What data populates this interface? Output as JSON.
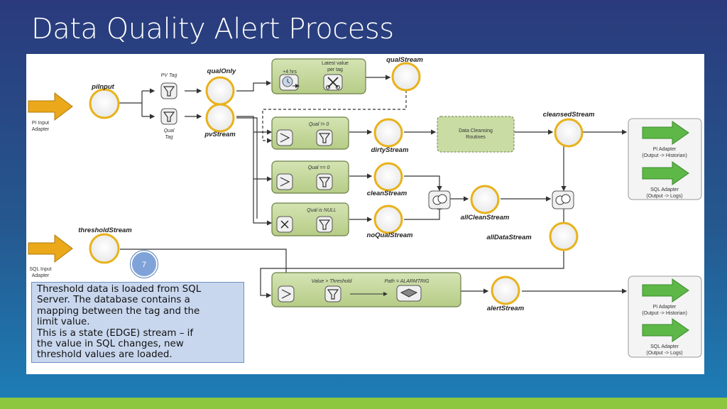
{
  "title": "Data Quality Alert Process",
  "inputs": {
    "pi_input": "PI Input\nAdapter",
    "pi_input_line1": "PI Input",
    "pi_input_line2": "Adapter",
    "sql_input_line1": "SQL Input",
    "sql_input_line2": "Adapter"
  },
  "streams": {
    "piInput": "piInput",
    "qualOnly": "qualOnly",
    "pvStream": "pvStream",
    "qualStream": "qualStream",
    "dirtyStream": "dirtyStream",
    "cleanStream": "cleanStream",
    "noQualStream": "noQualStream",
    "cleansedStream": "cleansedStream",
    "allCleanStream": "allCleanStream",
    "allDataStream": "allDataStream",
    "thresholdStream": "thresholdStream",
    "alertStream": "alertStream"
  },
  "filters": {
    "pv_tag": "PV Tag",
    "qual_tag_1": "Qual",
    "qual_tag_2": "Tag",
    "latest_1": "Latest value",
    "latest_2": "per tag",
    "plus4": "+4 hrs",
    "qual_ne": "Qual != 0",
    "qual_eq": "Qual == 0",
    "qual_null": "Qual is NULL",
    "value_threshold": "Value > Threshold",
    "path_alarm": "Path = ALARMTRIG"
  },
  "routines": {
    "line1": "Data Cleansing",
    "line2": "Routines"
  },
  "outputs": {
    "pi_adapter": "PI Adapter",
    "pi_output": "(Output -> Historian)",
    "sql_adapter": "SQL Adapter",
    "sql_output": "(Output -> Logs)"
  },
  "badge": "7",
  "note": {
    "line1": "Threshold data is loaded from SQL",
    "line2": "Server.  The database contains a",
    "line3": "mapping between the tag and the",
    "line4": "limit value.",
    "line5": "This is a state (EDGE) stream – if",
    "line6": "the value in SQL changes, new",
    "line7": "threshold values are loaded."
  },
  "colors": {
    "box_green": "#c6d9a0",
    "stream_ring": "#e8b21a",
    "arrow_orange": "#eaa81a",
    "arrow_green": "#5db847",
    "accent_bar": "#8dc63f"
  }
}
